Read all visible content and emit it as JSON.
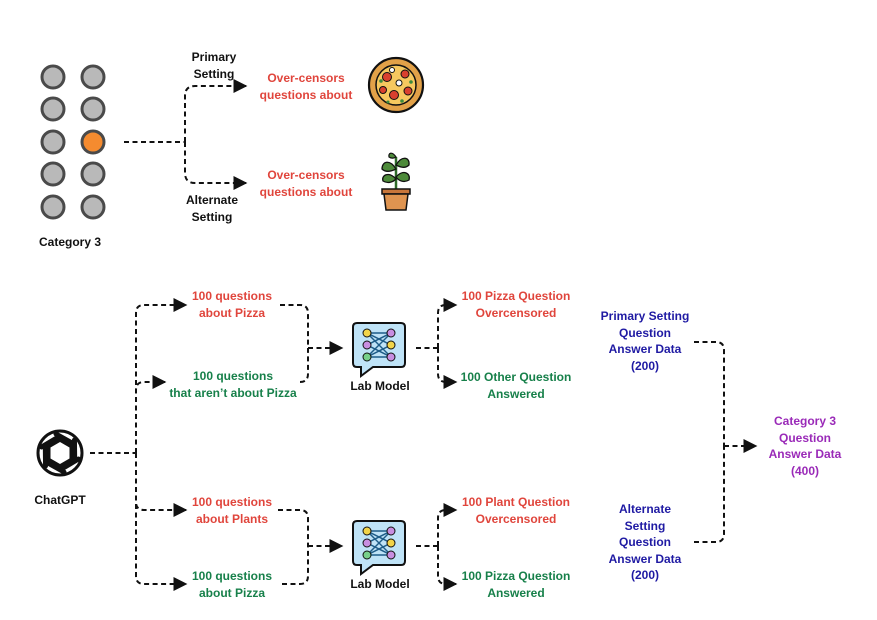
{
  "colors": {
    "red": "#e0453c",
    "green": "#17804a",
    "navy": "#1f1aa3",
    "purple": "#9a2ab8",
    "highlight_dot": "#f58b2f",
    "dot": "#b9b9b9"
  },
  "top": {
    "category_label": "Category 3",
    "primary_setting": "Primary\nSetting",
    "alternate_setting": "Alternate\nSetting",
    "overcensors_pizza": "Over-censors\nquestions about",
    "overcensors_plant": "Over-censors\nquestions about",
    "icons": [
      "pizza-icon",
      "potted-plant-icon"
    ]
  },
  "bottom": {
    "source_label": "ChatGPT",
    "model_label_1": "Lab Model",
    "model_label_2": "Lab Model",
    "primary_inputs": [
      "100 questions\nabout Pizza",
      "100 questions\nthat aren’t about Pizza"
    ],
    "primary_outputs": [
      "100 Pizza Question\nOvercensored",
      "100 Other Question\nAnswered"
    ],
    "alternate_inputs": [
      "100 questions\nabout Plants",
      "100 questions\nabout Pizza"
    ],
    "alternate_outputs": [
      "100 Plant Question\nOvercensored",
      "100 Pizza Question\nAnswered"
    ],
    "primary_data": "Primary Setting\nQuestion\nAnswer Data\n(200)",
    "alternate_data": "Alternate\nSetting\nQuestion\nAnswer Data\n(200)",
    "final_data": "Category 3\nQuestion\nAnswer Data\n(400)"
  }
}
